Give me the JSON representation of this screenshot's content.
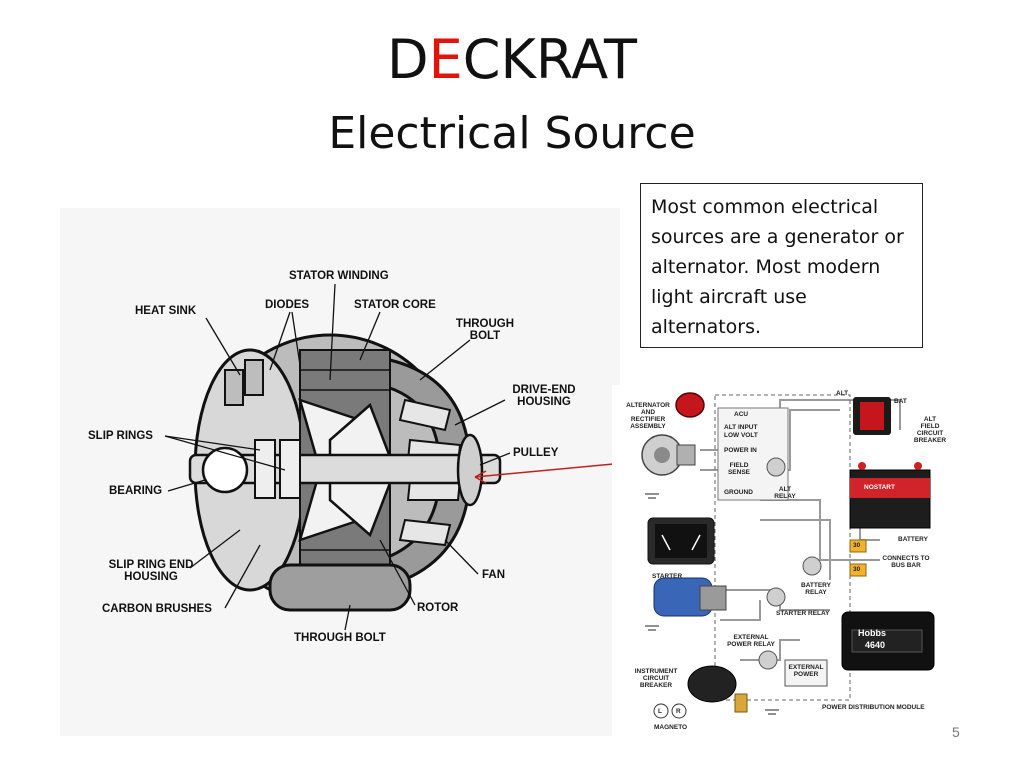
{
  "slide": {
    "title_d": "D",
    "title_e": "E",
    "title_rest": "CKRAT",
    "subtitle": "Electrical Source",
    "callout": "Most common electrical sources are a generator or alternator.  Most modern light aircraft use alternators.",
    "page_number": "5",
    "accent_color": "#e3120b"
  },
  "alternator_labels": {
    "stator_winding": "STATOR WINDING",
    "heat_sink": "HEAT SINK",
    "diodes": "DIODES",
    "stator_core": "STATOR CORE",
    "through_bolt_top_1": "THROUGH",
    "through_bolt_top_2": "BOLT",
    "drive_end_1": "DRIVE-END",
    "drive_end_2": "HOUSING",
    "slip_rings": "SLIP RINGS",
    "pulley": "PULLEY",
    "bearing": "BEARING",
    "slip_ring_end_1": "SLIP RING END",
    "slip_ring_end_2": "HOUSING",
    "fan": "FAN",
    "carbon_brushes": "CARBON BRUSHES",
    "rotor": "ROTOR",
    "through_bolt_bottom": "THROUGH BOLT"
  },
  "schematic_labels": {
    "alternator_assembly": [
      "ALTERNATOR",
      "AND",
      "RECTIFIER",
      "ASSEMBLY"
    ],
    "acu": "ACU",
    "alt_input": "ALT INPUT",
    "low_volt": "LOW VOLT",
    "power_in": "POWER IN",
    "field_sense": [
      "FIELD",
      "SENSE"
    ],
    "ground": "GROUND",
    "alt_relay": [
      "ALT",
      "RELAY"
    ],
    "alt": "ALT",
    "bat": "BAT",
    "alt_field_cb": [
      "ALT",
      "FIELD",
      "CIRCUIT",
      "BREAKER"
    ],
    "battery": "BATTERY",
    "battery_brand": "NOSTART",
    "connects_to_bus": [
      "CONNECTS TO",
      "BUS BAR"
    ],
    "breaker_value": "30",
    "starter": "STARTER",
    "battery_relay": [
      "BATTERY",
      "RELAY"
    ],
    "starter_relay": "STARTER RELAY",
    "external_power_relay": [
      "EXTERNAL",
      "POWER RELAY"
    ],
    "external_power": [
      "EXTERNAL",
      "POWER"
    ],
    "instrument_cb": [
      "INSTRUMENT",
      "CIRCUIT",
      "BREAKER"
    ],
    "magneto": "MAGNETO",
    "mag_l": "L",
    "mag_r": "R",
    "pdm": "POWER DISTRIBUTION MODULE",
    "hobbs": "Hobbs",
    "hobbs_digits": "4640"
  }
}
